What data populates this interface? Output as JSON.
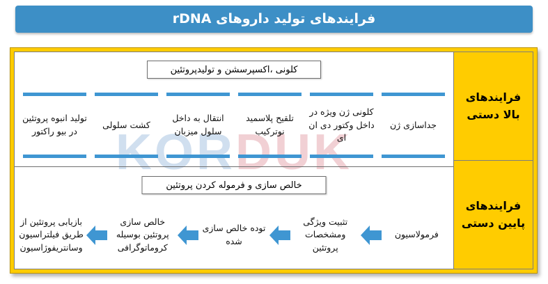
{
  "title": {
    "text": "فرایندهای تولید داروهای  rDNA",
    "bg_color": "#3d8fc6"
  },
  "watermark": {
    "part_a": "KOR",
    "part_b": "DUK"
  },
  "frame": {
    "border_color": "#ffcc00",
    "accent_blue": "#3f96d2"
  },
  "sidebar": {
    "upper_label": "فرایندهای بالا دستی",
    "lower_label": "فرایندهای پایین دستی"
  },
  "upstream": {
    "caption": "کلونی ،اکسپرسشن و تولیدپروتئین",
    "steps": [
      {
        "label": "جداسازی ژن"
      },
      {
        "label": "کلونی ژن ویژه  در داخل وکتور دی ان ای"
      },
      {
        "label": "تلقیح پلاسمید نوترکیب"
      },
      {
        "label": "انتقال به داخل سلول میزبان"
      },
      {
        "label": "کشت سلولی"
      },
      {
        "label": "تولید انبوه  پروتئین در بیو راکتور"
      }
    ]
  },
  "downstream": {
    "caption": "خالص سازی و فرموله کردن پروتئین",
    "steps": [
      {
        "label": "بازیابی پروتئین از طریق فیلتراسیون وسانتریفوژاسیون"
      },
      {
        "label": "خالص سازی پروتئین بوسیله کروماتوگرافی"
      },
      {
        "label": "توده خالص سازی شده"
      },
      {
        "label": "تثبیت  ویژگی ومشخصات پروتئین"
      },
      {
        "label": "فرمولاسیون"
      }
    ],
    "arrow_icon": "arrow-left-icon"
  }
}
